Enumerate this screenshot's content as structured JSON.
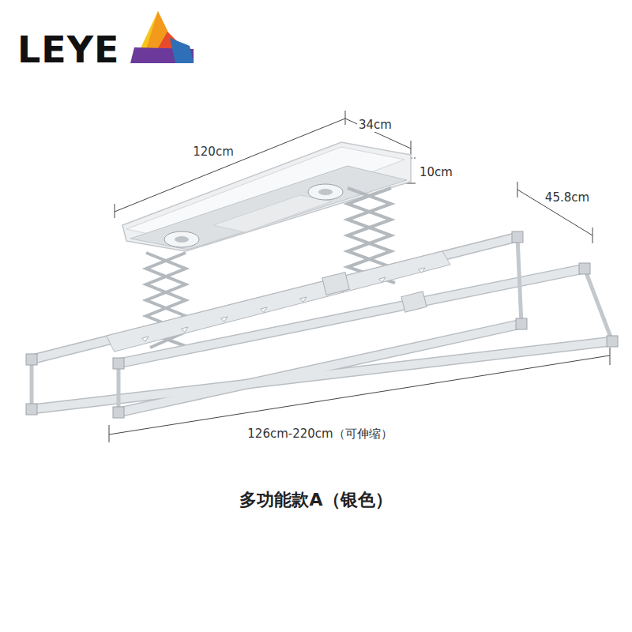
{
  "diagram": {
    "caption": "多功能款A（银色）",
    "labels": [
      "LEYE",
      "120cm",
      "34cm",
      "10cm",
      "45.8cm",
      "126cm-220cm（可伸缩）"
    ]
  }
}
